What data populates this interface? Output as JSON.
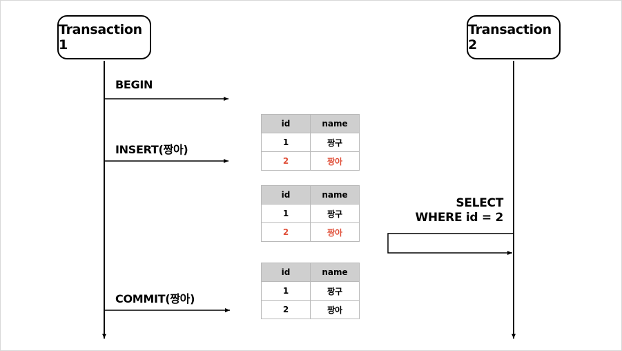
{
  "transactions": [
    {
      "label": "Transaction 1"
    },
    {
      "label": "Transaction 2"
    }
  ],
  "operations": {
    "begin": "BEGIN",
    "insert": "INSERT(짱아)",
    "commit": "COMMIT(짱아)",
    "select_line1": "SELECT",
    "select_line2": "WHERE id = 2"
  },
  "tables": [
    {
      "headers": [
        "id",
        "name"
      ],
      "rows": [
        [
          "1",
          "짱구"
        ],
        [
          "2",
          "짱아"
        ]
      ],
      "highlight_row": 1
    },
    {
      "headers": [
        "id",
        "name"
      ],
      "rows": [
        [
          "1",
          "짱구"
        ],
        [
          "2",
          "짱아"
        ]
      ],
      "highlight_row": 1
    },
    {
      "headers": [
        "id",
        "name"
      ],
      "rows": [
        [
          "1",
          "짱구"
        ],
        [
          "2",
          "짱아"
        ]
      ],
      "highlight_row": null
    }
  ],
  "colors": {
    "highlight": "#e0503a",
    "header_bg": "#cfcfcf",
    "line": "#000000"
  }
}
